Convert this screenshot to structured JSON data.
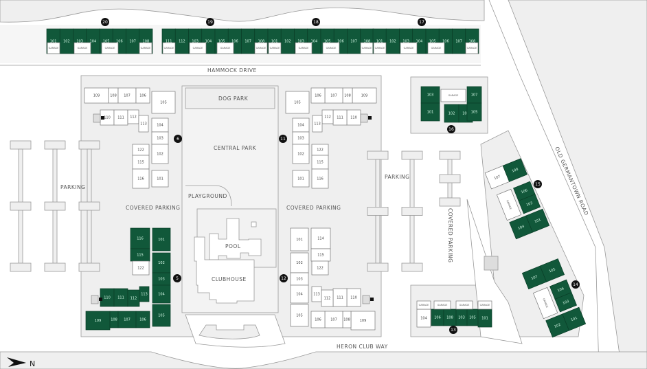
{
  "colors": {
    "unit_highlight": "#11583a",
    "unit_plain": "#ffffff",
    "ground": "#efefef",
    "badge": "#111111"
  },
  "labels": {
    "hammock_drive": "HAMMOCK DRIVE",
    "dog_park": "DOG PARK",
    "central_park": "CENTRAL PARK",
    "playground": "PLAYGROUND",
    "pool": "POOL",
    "clubhouse": "CLUBHOUSE",
    "covered_parking_left": "COVERED PARKING",
    "covered_parking_right": "COVERED PARKING",
    "covered_parking_east": "COVERED PARKING",
    "parking_left": "PARKING",
    "parking_right": "PARKING",
    "old_germantown_road": "OLD GERMANTOWN ROAD",
    "heron_club_way": "HERON CLUB WAY",
    "north": "N"
  },
  "buildings": [
    {
      "number": "20",
      "highlighted": true,
      "garage_label": "GARAGE",
      "units": [
        "101",
        "102",
        "103",
        "104",
        "105",
        "106",
        "107",
        "108"
      ]
    },
    {
      "number": "19",
      "highlighted": true,
      "garage_label": "GARAGE",
      "units": [
        "111",
        "112",
        "103",
        "104",
        "105",
        "106",
        "107",
        "108"
      ]
    },
    {
      "number": "18",
      "highlighted": true,
      "garage_label": "GARAGE",
      "units": [
        "101",
        "102",
        "103",
        "104",
        "105",
        "106",
        "107",
        "108"
      ]
    },
    {
      "number": "17",
      "highlighted": true,
      "garage_label": "GARAGE",
      "units": [
        "101",
        "102",
        "103",
        "104",
        "105",
        "106",
        "107",
        "108"
      ]
    },
    {
      "number": "6",
      "highlighted": false,
      "units": [
        "109",
        "108",
        "107",
        "106",
        "105",
        "110",
        "111",
        "112",
        "113",
        "104",
        "103",
        "102",
        "101",
        "122",
        "115",
        "116"
      ]
    },
    {
      "number": "11",
      "highlighted": false,
      "units": [
        "109",
        "108",
        "107",
        "106",
        "105",
        "110",
        "111",
        "112",
        "113",
        "104",
        "103",
        "102",
        "101",
        "122",
        "115",
        "116"
      ]
    },
    {
      "number": "5",
      "highlighted": true,
      "plain_units": [
        "122"
      ],
      "units": [
        "101",
        "102",
        "103",
        "104",
        "105",
        "116",
        "115",
        "122",
        "113",
        "110",
        "111",
        "112",
        "109",
        "108",
        "107",
        "106"
      ]
    },
    {
      "number": "12",
      "highlighted": false,
      "units": [
        "101",
        "102",
        "103",
        "104",
        "105",
        "114",
        "115",
        "122",
        "113",
        "110",
        "111",
        "112",
        "109",
        "108",
        "107",
        "106"
      ]
    },
    {
      "number": "16",
      "highlighted": true,
      "garage_label": "GARAGE",
      "units": [
        "103",
        "101",
        "102",
        "104",
        "107",
        "105"
      ]
    },
    {
      "number": "15",
      "highlighted": true,
      "plain_units": [
        "107"
      ],
      "garage_label": "GARAGE",
      "units": [
        "107",
        "108",
        "106",
        "103",
        "104",
        "101"
      ]
    },
    {
      "number": "14",
      "highlighted": true,
      "garage_label": "GARAGE",
      "units": [
        "107",
        "105",
        "106",
        "103",
        "102",
        "101"
      ]
    },
    {
      "number": "13",
      "highlighted": true,
      "plain_units": [
        "104"
      ],
      "garage_label": "GARAGE",
      "units": [
        "104",
        "106",
        "108",
        "103",
        "105",
        "101"
      ]
    }
  ]
}
